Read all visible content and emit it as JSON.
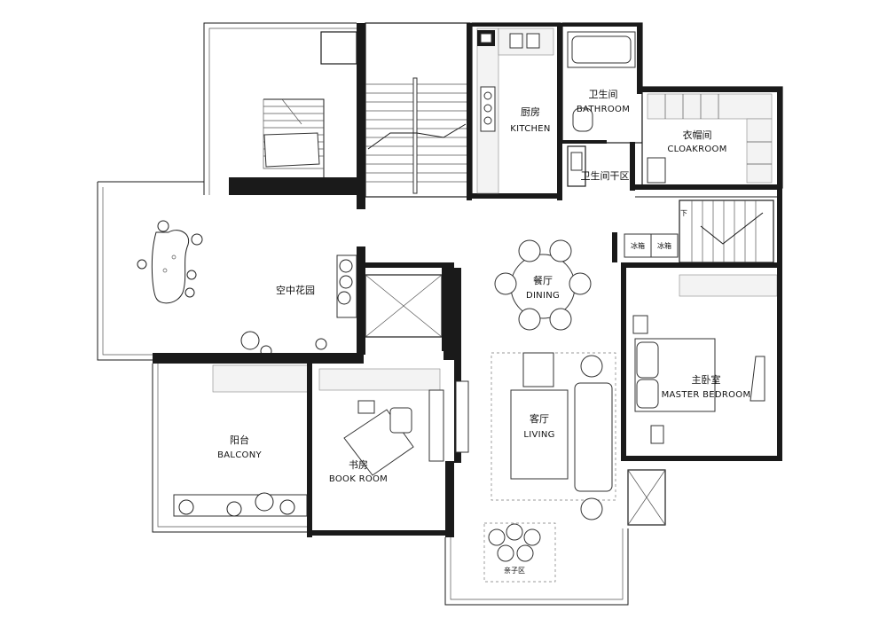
{
  "rooms": {
    "kitchen": {
      "cn": "厨房",
      "en": "KITCHEN"
    },
    "bathroom": {
      "cn": "卫生间",
      "en": "BATHROOM"
    },
    "bathroom_dry": {
      "cn": "卫生间干区"
    },
    "cloakroom": {
      "cn": "衣帽间",
      "en": "CLOAKROOM"
    },
    "sky_garden": {
      "cn": "空中花园"
    },
    "dining": {
      "cn": "餐厅",
      "en": "DINING"
    },
    "living": {
      "cn": "客厅",
      "en": "LIVING"
    },
    "master_bedroom": {
      "cn": "主卧室",
      "en": "MASTER BEDROOM"
    },
    "balcony": {
      "cn": "阳台",
      "en": "BALCONY"
    },
    "book_room": {
      "cn": "书房",
      "en": "BOOK ROOM"
    },
    "play_corner": {
      "cn": "亲子区"
    }
  },
  "fixtures": {
    "fridge_1": "冰箱",
    "fridge_2": "冰箱",
    "stair_down": "下"
  }
}
